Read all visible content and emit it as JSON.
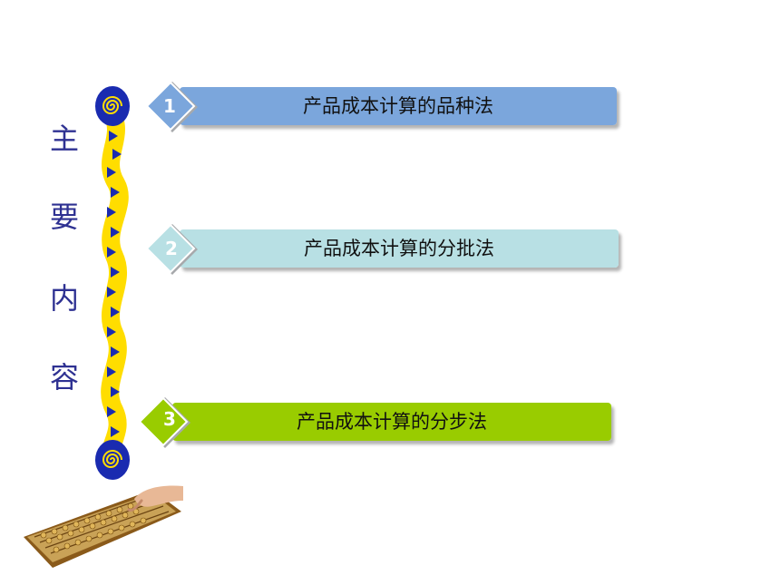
{
  "title_chars": [
    "主",
    "要",
    "内",
    "容"
  ],
  "items": [
    {
      "number": "1",
      "label": "产品成本计算的品种法",
      "color": "#7ba6dc"
    },
    {
      "number": "2",
      "label": "产品成本计算的分批法",
      "color": "#b8e0e4"
    },
    {
      "number": "3",
      "label": "产品成本计算的分步法",
      "color": "#99cc00"
    }
  ],
  "icons": {
    "spiral": "spiral-icon",
    "abacus": "abacus-image"
  }
}
